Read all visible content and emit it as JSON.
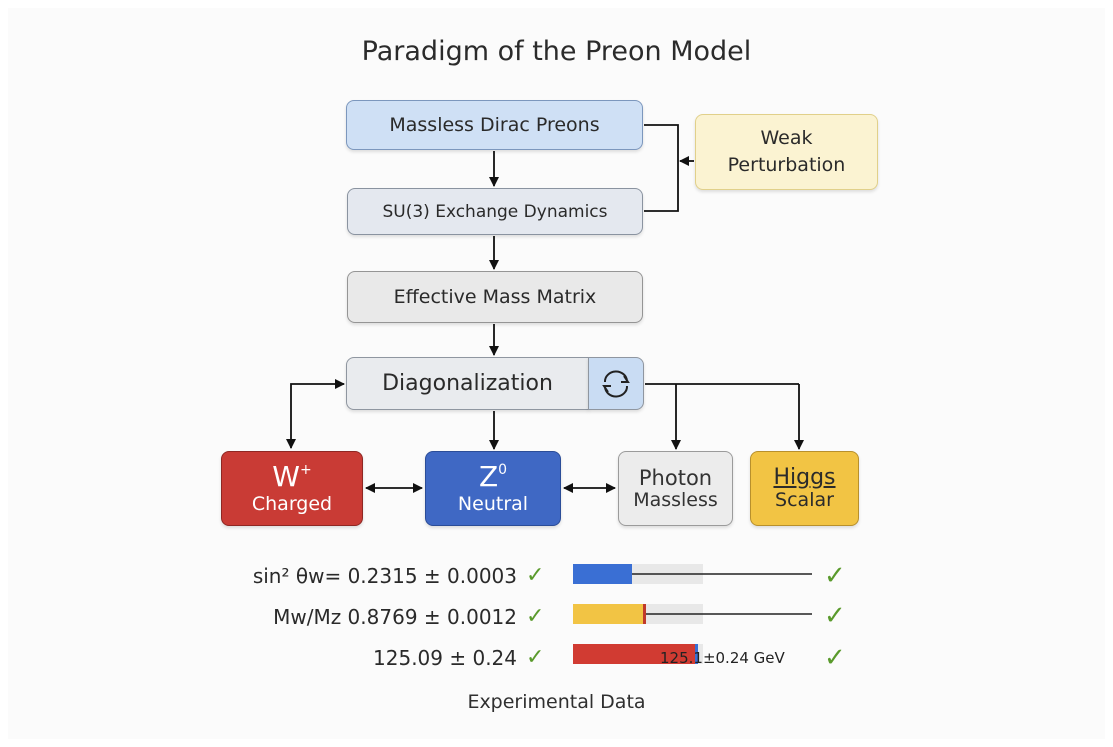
{
  "title": "Paradigm of the Preon Model",
  "nodes": {
    "preons": "Massless Dirac Preons",
    "su3": "SU(3) Exchange Dynamics",
    "weak_line1": "Weak",
    "weak_line2": "Perturbation",
    "mass_matrix": "Effective Mass Matrix",
    "diagonalization": "Diagonalization",
    "w_symbol": "W",
    "w_charge": "+",
    "w_label": "Charged",
    "z_symbol": "Z",
    "z_charge": "0",
    "z_label": "Neutral",
    "photon_name": "Photon",
    "photon_label": "Massless",
    "higgs_name": "Higgs",
    "higgs_label": "Scalar"
  },
  "icons": {
    "diagonalization": "refresh-icon",
    "check": "check-mark-icon"
  },
  "colors": {
    "w_box": "#c93b35",
    "z_box": "#3f68c4",
    "higgs_box": "#f2c444",
    "weak_box": "#fbf3d2",
    "preons_box": "#cfe0f5",
    "check": "#5a9a2c"
  },
  "measurements": [
    {
      "label": "sin² θw= 0.2315 ± 0.0003",
      "bar_color": "#3a6fd4",
      "fill": 0.45,
      "annotation": ""
    },
    {
      "label": "Mw/Mz 0.8769 ± 0.0012",
      "bar_color": "#f2c444",
      "fill": 0.55,
      "annotation": ""
    },
    {
      "label": "125.09 ± 0.24",
      "bar_color": "#d13b32",
      "fill": 0.95,
      "annotation": "125.1±0.24 GeV"
    }
  ],
  "footer": "Experimental Data"
}
